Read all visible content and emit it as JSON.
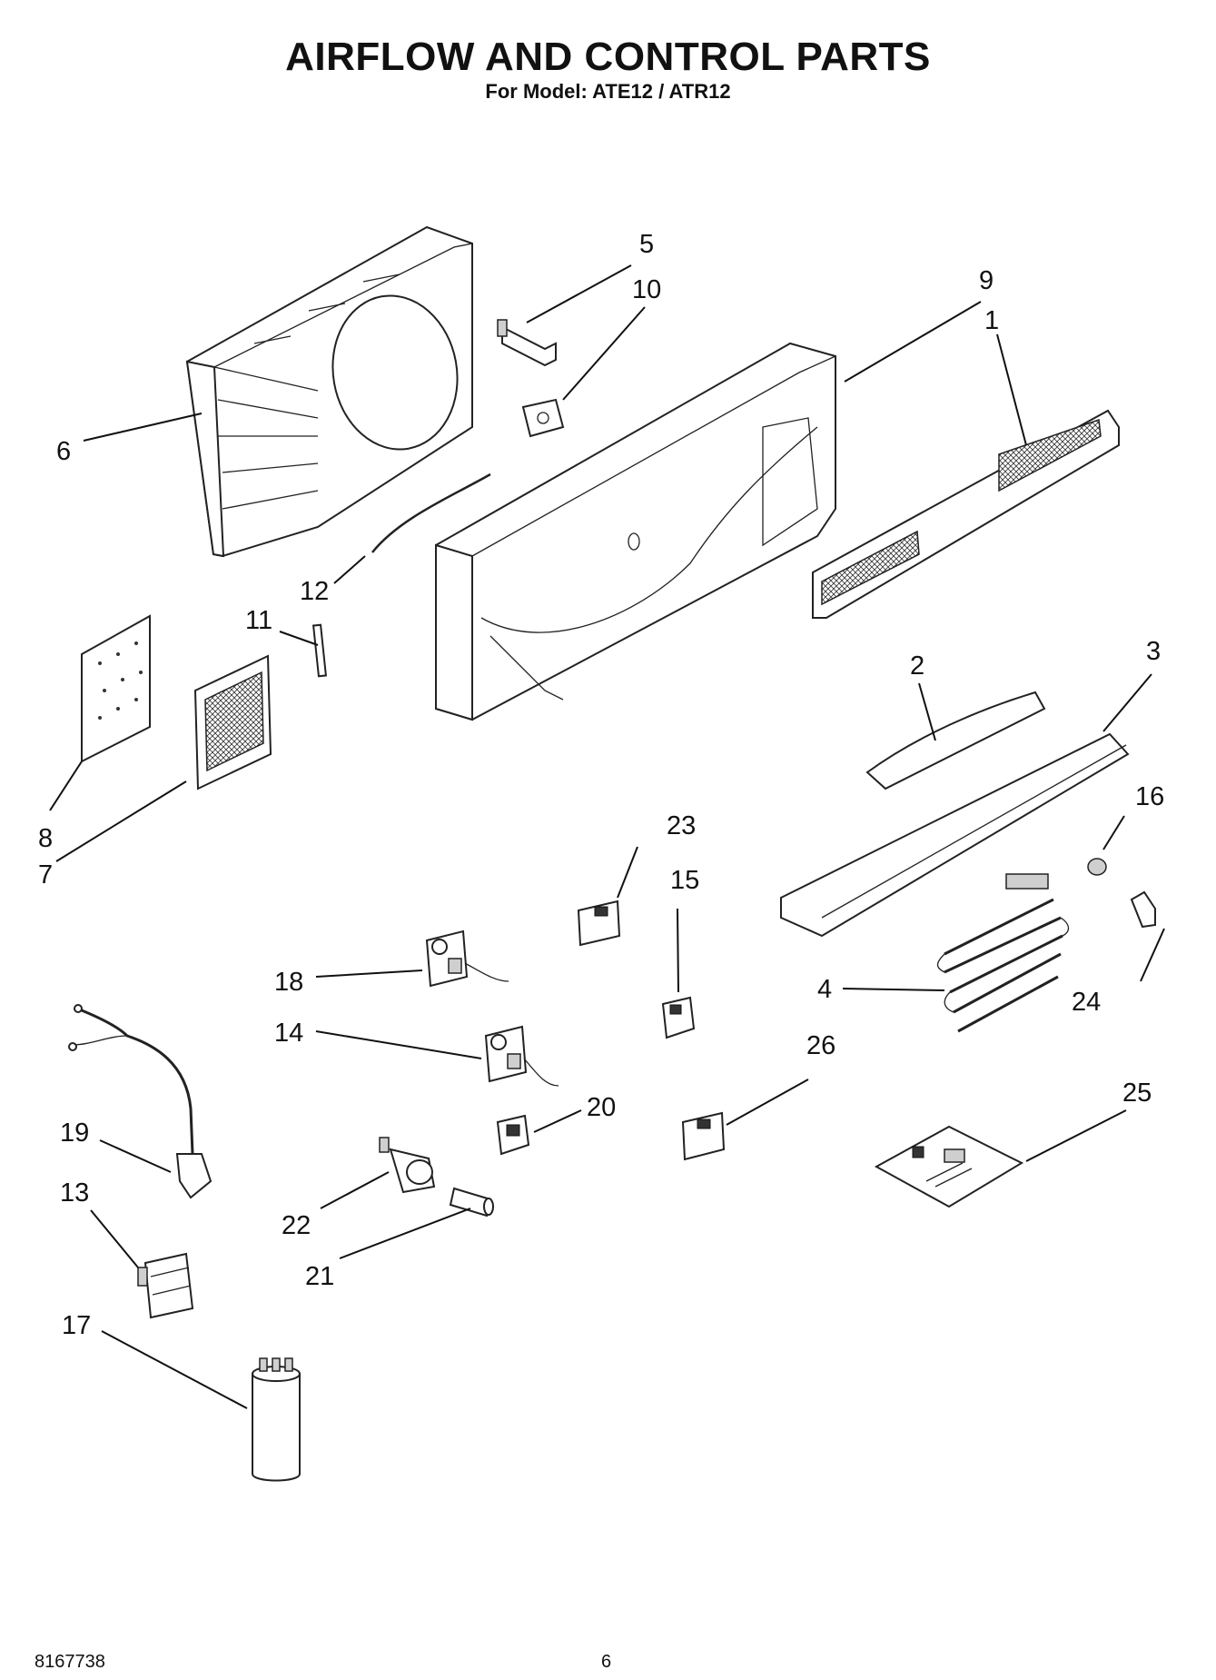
{
  "header": {
    "title": "AIRFLOW AND CONTROL PARTS",
    "subtitle": "For Model: ATE12 / ATR12"
  },
  "callouts": [
    "1",
    "2",
    "3",
    "4",
    "5",
    "6",
    "7",
    "8",
    "9",
    "10",
    "11",
    "12",
    "13",
    "14",
    "15",
    "16",
    "17",
    "18",
    "19",
    "20",
    "21",
    "22",
    "23",
    "24",
    "25",
    "26"
  ],
  "footer": {
    "doc_number": "8167738",
    "page_number": "6"
  },
  "colors": {
    "ink": "#111111",
    "background": "#ffffff"
  }
}
